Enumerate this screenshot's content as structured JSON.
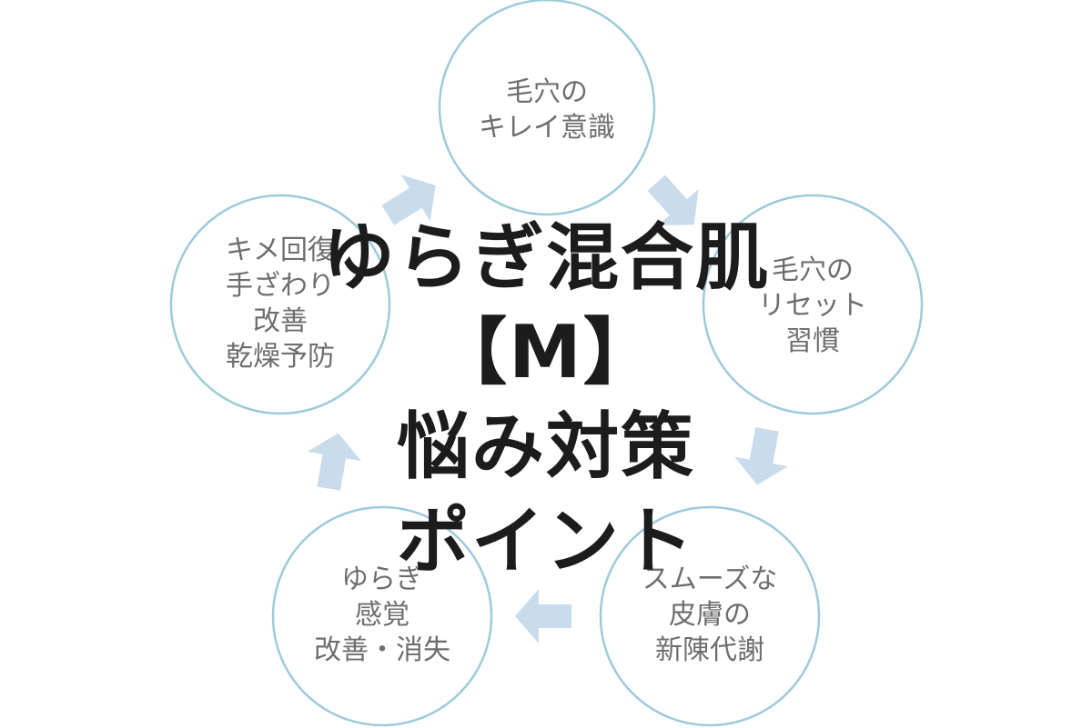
{
  "colors": {
    "circle_stroke": "#9ccbd9",
    "arrow_fill": "#c9dcec",
    "node_text": "#6e6e6e",
    "title_text": "#1c1c1c"
  },
  "diagram": {
    "nodes": [
      {
        "line1": "毛穴の",
        "line2": "キレイ意識",
        "line3": "",
        "line4": ""
      },
      {
        "line1": "毛穴の",
        "line2": "リセット",
        "line3": "習慣",
        "line4": ""
      },
      {
        "line1": "スムーズな",
        "line2": "皮膚の",
        "line3": "新陳代謝",
        "line4": ""
      },
      {
        "line1": "ゆらぎ",
        "line2": "感覚",
        "line3": "改善・消失",
        "line4": ""
      },
      {
        "line1": "キメ回復",
        "line2": "手ざわり",
        "line3": "改善",
        "line4": "乾燥予防"
      }
    ],
    "arrow_icons": [
      "arrow-icon",
      "arrow-icon",
      "arrow-icon",
      "arrow-icon",
      "arrow-icon"
    ]
  },
  "title": {
    "line1": "ゆらぎ混合肌",
    "line2": "【M】",
    "line3": "悩み対策",
    "line4": "ポイント"
  }
}
